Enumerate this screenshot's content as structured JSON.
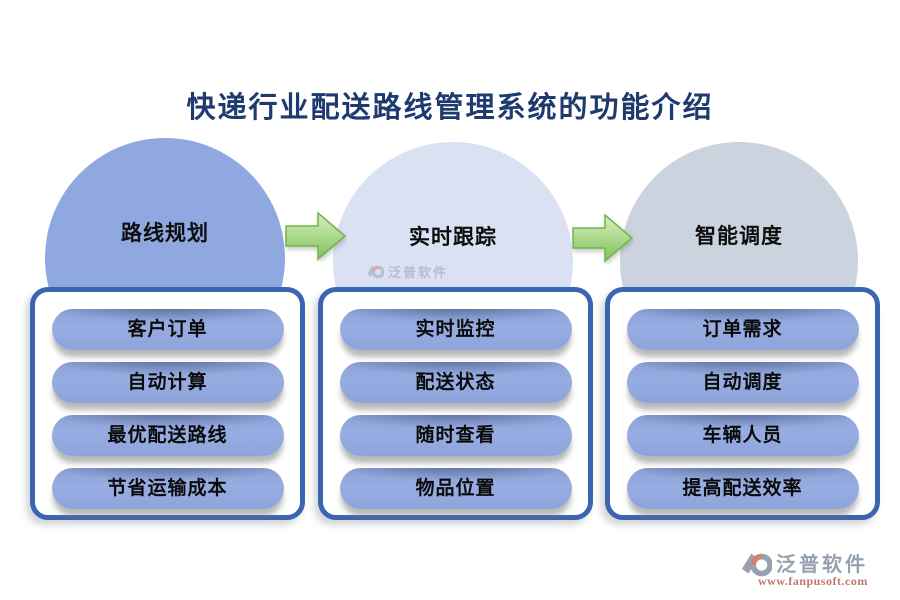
{
  "title": "快递行业配送路线管理系统的功能介绍",
  "flow": {
    "columns": [
      {
        "circle_label": "路线规划",
        "circle_color": "#8FA9E0",
        "items": [
          "客户订单",
          "自动计算",
          "最优配送路线",
          "节省运输成本"
        ]
      },
      {
        "circle_label": "实时跟踪",
        "circle_color": "#D9E1F3",
        "items": [
          "实时监控",
          "配送状态",
          "随时查看",
          "物品位置"
        ]
      },
      {
        "circle_label": "智能调度",
        "circle_color": "#CBD3DE",
        "items": [
          "订单需求",
          "自动调度",
          "车辆人员",
          "提高配送效率"
        ]
      }
    ],
    "arrow_icon": "right-block-arrow"
  },
  "watermark": {
    "text": "泛普软件"
  },
  "footer": {
    "brand": "泛普软件",
    "url": "www.fanpusoft.com"
  },
  "colors": {
    "title": "#1E3A6E",
    "card_border": "#3A66B0",
    "pill_fill": "#93AADF",
    "arrow_green": "#7FC35A",
    "brand_gray": "#95A1B1",
    "brand_red": "#C4756B"
  }
}
